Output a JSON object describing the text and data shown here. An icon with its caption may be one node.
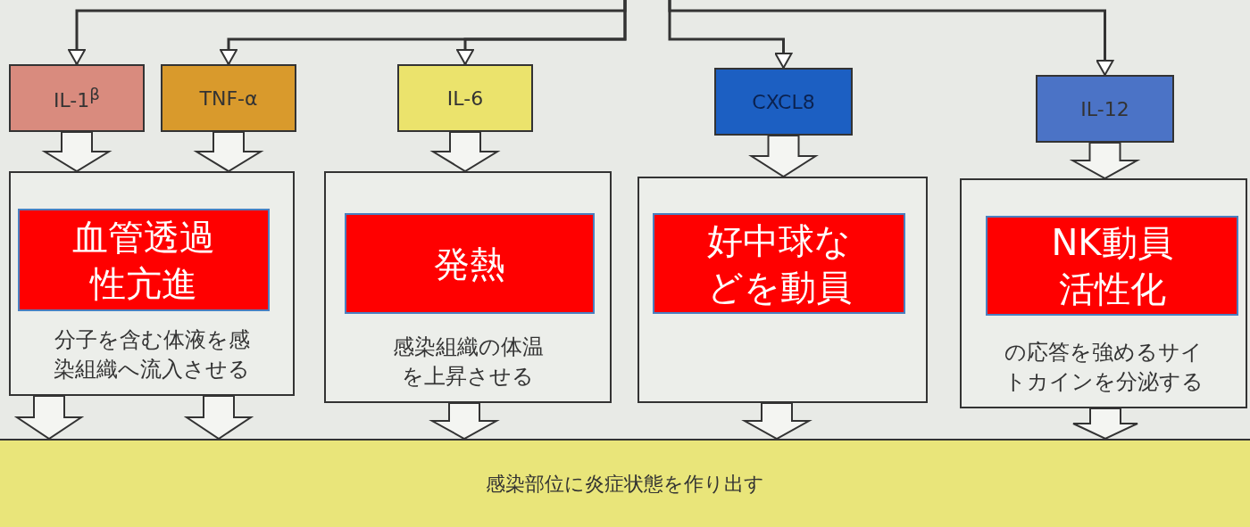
{
  "diagram": {
    "nodes": [
      {
        "text": [
          "IL-1$^{β}$"
        ]
      },
      {
        "text": [
          "TNF-α"
        ]
      },
      {
        "text": [
          "IL-6"
        ]
      },
      {
        "text": [
          "CXCL8"
        ]
      },
      {
        "text": [
          "IL-12"
        ]
      },
      {
        "text": [
          "分子を含む体液を感染組織へ流入させる"
        ]
      },
      {
        "text": [
          "血管透過性亢進"
        ],
        "in": 5
      },
      {
        "text": [
          "感染組織の体温を上昇させる"
        ]
      },
      {
        "text": [
          "発熱"
        ],
        "in": 7
      },
      {
        "text": [],
        "shape": "box"
      },
      {
        "text": [
          "好中球などを動員"
        ],
        "in": 9
      },
      {
        "text": [
          "の応答を強めるサイトカインを分泌する"
        ]
      },
      {
        "text": [
          "NK動員活性化"
        ],
        "in": 11
      },
      {
        "text": [
          "感染部位に炎症状態を作り出す"
        ]
      }
    ],
    "edges": [
      {
        "from": null,
        "to": 0,
        "arrow": "to"
      },
      {
        "from": null,
        "to": 1,
        "arrow": "to"
      },
      {
        "from": null,
        "to": 2,
        "arrow": "to"
      },
      {
        "from": null,
        "to": 3,
        "arrow": "to"
      },
      {
        "from": null,
        "to": 4,
        "arrow": "to"
      },
      {
        "from": 0,
        "to": 5,
        "arrow": "to"
      },
      {
        "from": 1,
        "to": 5,
        "arrow": "to"
      },
      {
        "from": 2,
        "to": 7,
        "arrow": "to"
      },
      {
        "from": 3,
        "to": 9,
        "arrow": "to"
      },
      {
        "from": 4,
        "to": 11,
        "arrow": "to"
      },
      {
        "from": 5,
        "to": 13,
        "arrow": "to"
      },
      {
        "from": 5,
        "to": 13,
        "arrow": "to"
      },
      {
        "from": 7,
        "to": 13,
        "arrow": "to"
      },
      {
        "from": 9,
        "to": 13,
        "arrow": "to"
      },
      {
        "from": 11,
        "to": 13,
        "arrow": "to"
      }
    ]
  }
}
